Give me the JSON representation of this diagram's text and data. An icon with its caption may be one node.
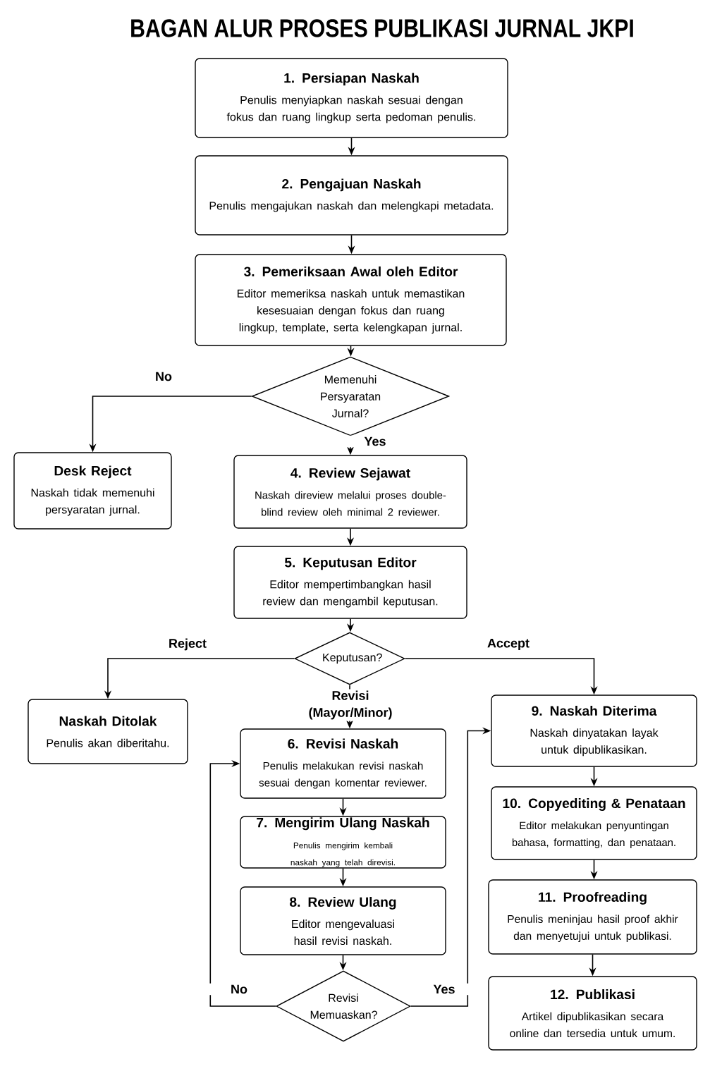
{
  "diagram": {
    "title": "BAGAN ALUR PROSES PUBLIKASI JURNAL JKPI",
    "nodes": [
      {
        "text": [
          "1.  Persiapan Naskah",
          "Penulis menyiapkan naskah sesuai dengan fokus dan ruang lingkup serta pedoman penulis."
        ]
      },
      {
        "text": [
          "2.  Pengajuan Naskah",
          "Penulis mengajukan naskah dan melengkapi metadata."
        ]
      },
      {
        "text": [
          "3.  Pemeriksaan Awal oleh Editor",
          "Editor memeriksa naskah untuk memastikan kesesuaian dengan fokus dan ruang lingkup, template, serta kelengkapan jurnal."
        ]
      },
      {
        "text": [
          "Memenuhi Persyaratan Jurnal?"
        ]
      },
      {
        "text": [
          "Desk Reject",
          "Naskah tidak memenuhi persyaratan jurnal."
        ]
      },
      {
        "text": [
          "4.  Review Sejawat",
          "Naskah direview melalui proses double-blind review oleh minimal 2 reviewer."
        ]
      },
      {
        "text": [
          "5.  Keputusan Editor",
          "Editor mempertimbangkan hasil review dan mengambil keputusan."
        ]
      },
      {
        "text": [
          "Keputusan?"
        ]
      },
      {
        "text": [
          "Naskah Ditolak",
          "Penulis akan diberitahu."
        ]
      },
      {
        "text": [
          "6.  Revisi Naskah",
          "Penulis melakukan revisi naskah sesuai dengan komentar reviewer."
        ]
      },
      {
        "text": [
          "7.  Mengirim Ulang Naskah",
          "Penulis mengirim kembali naskah yang telah direvisi."
        ]
      },
      {
        "text": [
          "8.  Review Ulang",
          "Editor mengevaluasi hasil revisi naskah."
        ]
      },
      {
        "text": [
          "Revisi Memuaskan?"
        ]
      },
      {
        "text": [
          "9.  Naskah Diterima",
          "Naskah dinyatakan layak untuk dipublikasikan."
        ]
      },
      {
        "text": [
          "10. Copyediting & Penataan",
          "Editor melakukan penyuntingan bahasa, formatting, dan penataan."
        ]
      },
      {
        "text": [
          "11.  Proofreading",
          "Penulis meninjau hasil proof akhir dan menyetujui untuk publikasi."
        ]
      },
      {
        "text": [
          "12.  Publikasi",
          "Artikel dipublikasikan secara online dan tersedia untuk umum."
        ]
      }
    ],
    "edges": [
      {
        "from": 0,
        "to": 1,
        "arrow": "to"
      },
      {
        "from": 1,
        "to": 2,
        "arrow": "to"
      },
      {
        "from": 2,
        "to": 3,
        "arrow": "to"
      },
      {
        "from": 3,
        "to": 4,
        "arrow": "to",
        "label": "No"
      },
      {
        "from": 3,
        "to": 5,
        "arrow": "to",
        "label": "Yes"
      },
      {
        "from": 5,
        "to": 6,
        "arrow": "to"
      },
      {
        "from": 6,
        "to": 7,
        "arrow": "to"
      },
      {
        "from": 7,
        "to": 8,
        "arrow": "to",
        "label": "Reject"
      },
      {
        "from": 7,
        "to": 9,
        "arrow": "to",
        "label": "Revisi (Mayor/Minor)"
      },
      {
        "from": 7,
        "to": 13,
        "arrow": "to",
        "label": "Accept"
      },
      {
        "from": 9,
        "to": 10,
        "arrow": "to"
      },
      {
        "from": 10,
        "to": 11,
        "arrow": "to"
      },
      {
        "from": 11,
        "to": 12,
        "arrow": "to"
      },
      {
        "from": 12,
        "to": 9,
        "arrow": "to",
        "label": "No"
      },
      {
        "from": 12,
        "to": 13,
        "arrow": "to",
        "label": "Yes"
      },
      {
        "from": 13,
        "to": 14,
        "arrow": "to"
      },
      {
        "from": 14,
        "to": 15,
        "arrow": "to"
      },
      {
        "from": 15,
        "to": 16,
        "arrow": "to"
      }
    ]
  }
}
